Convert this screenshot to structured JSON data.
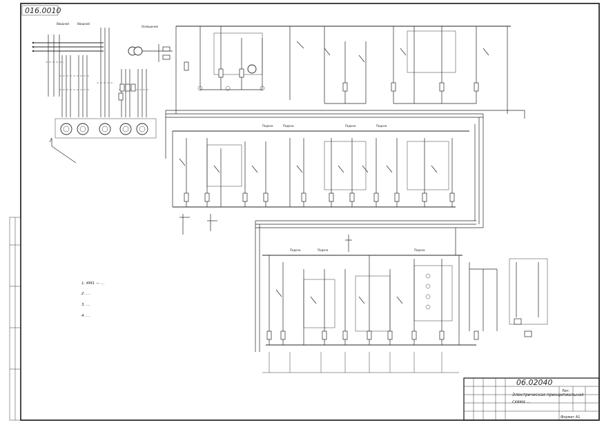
{
  "sheet": {
    "corner_code": "016.0010",
    "document_code": "06.02040",
    "title_lines": [
      "Электрическая принципиальная",
      "схема ..."
    ],
    "sheet_label": "Лит.",
    "format_label": "Формат А1"
  },
  "notes": [
    "1. КМ1 — ...",
    "2. ...",
    "3. ...",
    "4. ..."
  ],
  "block_labels": {
    "top": [
      "Вводной",
      "Вводной",
      "Освещение"
    ],
    "middle": [
      "Подача",
      "Подача",
      "Подача",
      "Подача"
    ],
    "bottom": [
      "Подача",
      "Подача",
      "Подача"
    ]
  },
  "colors": {
    "ink": "#222222",
    "paper": "#ffffff"
  }
}
